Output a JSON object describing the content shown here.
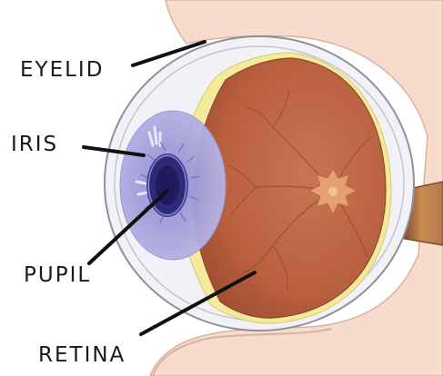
{
  "diagram": {
    "labels": {
      "eyelid": "EYELID",
      "iris": "IRIS",
      "pupil": "PUPIL",
      "retina": "RETINA"
    }
  },
  "colors": {
    "skin": "#f7dccd",
    "skin_outline": "#d8b2a0",
    "sclera": "#f2f1f6",
    "iris": "#a9a6dc",
    "pupil": "#2e2a78",
    "lens_yellow": "#f5ea9a",
    "retina": "#c66e4e",
    "optic_nerve": "#9a5a2c",
    "leader_line": "#111111"
  }
}
